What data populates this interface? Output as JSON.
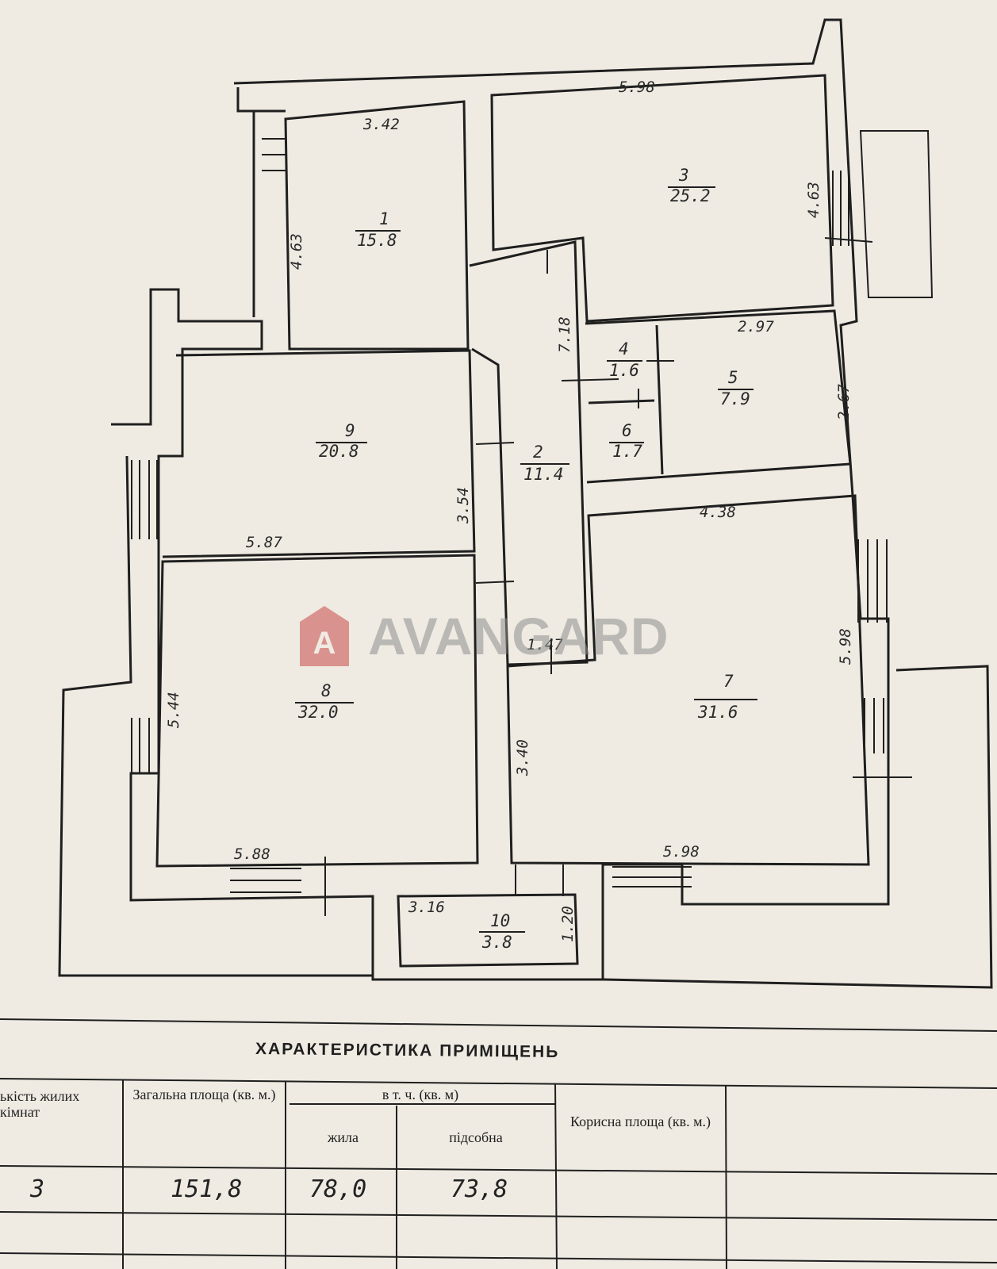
{
  "rooms": [
    {
      "number": "1",
      "area": "15.8"
    },
    {
      "number": "2",
      "area": "11.4"
    },
    {
      "number": "3",
      "area": "25.2"
    },
    {
      "number": "4",
      "area": "1.6"
    },
    {
      "number": "5",
      "area": "7.9"
    },
    {
      "number": "6",
      "area": "1.7"
    },
    {
      "number": "7",
      "area": "31.6"
    },
    {
      "number": "8",
      "area": "32.0"
    },
    {
      "number": "9",
      "area": "20.8"
    },
    {
      "number": "10",
      "area": "3.8"
    }
  ],
  "dimensions": {
    "top_right": "5.98",
    "room1_top": "3.42",
    "room3_side": "4.63",
    "room1_side": "4.63",
    "corridor": "7.18",
    "room5_top": "2.97",
    "room5_side": "2.67",
    "room7_top": "4.38",
    "room9_side": "3.54",
    "room9_bottom": "5.87",
    "corridor_bottom": "1.47",
    "room8_side": "5.44",
    "room7_side": "5.98",
    "room7_left": "3.40",
    "room8_bottom": "5.88",
    "room7_bottom": "5.98",
    "room10_width": "3.16",
    "room10_depth": "1.20"
  },
  "watermark": {
    "brand": "AVANGARD",
    "logo_letter": "A"
  },
  "table": {
    "title": "ХАРАКТЕРИСТИКА ПРИМІЩЕНЬ",
    "col_rooms": "ькість жилих кімнат",
    "col_total": "Загальна площа (кв. м.)",
    "col_incl": "в т. ч. (кв. м)",
    "col_living": "жила",
    "col_aux": "підсобна",
    "col_useful": "Корисна площа (кв. м.)",
    "rooms_count": "3",
    "total_area": "151,8",
    "living_area": "78,0",
    "aux_area": "73,8"
  },
  "colors": {
    "paper": "#efebe2",
    "ink": "#1f1f1f",
    "watermark_red": "#c94a4a",
    "watermark_gray": "#8f8f8f"
  }
}
